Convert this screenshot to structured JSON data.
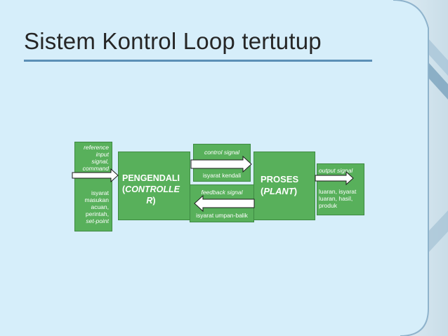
{
  "slide": {
    "title": "Sistem Kontrol Loop tertutup"
  },
  "diagram": {
    "input": {
      "en": [
        "reference",
        "input",
        "signal,",
        "command"
      ],
      "id": [
        "isyarat",
        "masukan",
        "acuan,",
        "perintah,",
        "set-point"
      ]
    },
    "controller": {
      "line1": "PENGENDALI",
      "line2": "(",
      "line2_italic": "CONTROLLE",
      "line3_italic": "R",
      "line3": ")"
    },
    "control_signal": {
      "en": "control signal",
      "id": "isyarat kendali"
    },
    "feedback_signal": {
      "en": "feedback signal",
      "id": "isyarat umpan-balik"
    },
    "plant": {
      "line1": "PROSES",
      "line2_open": "(",
      "line2_italic": "PLANT",
      "line2_close": ")"
    },
    "output": {
      "en": "output signal",
      "id": [
        "luaran, isyarat",
        "luaran, hasil,",
        "produk"
      ]
    }
  },
  "colors": {
    "box_green": "#58b05b",
    "background_blue": "#d6eefa",
    "frame_blue": "#8fb3cc"
  }
}
